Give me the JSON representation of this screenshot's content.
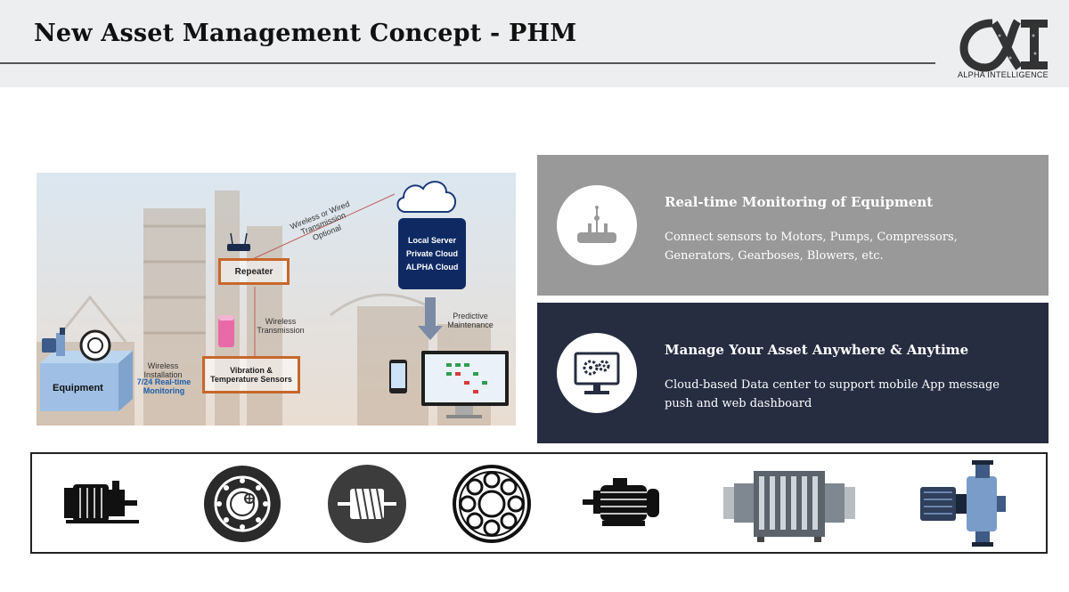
{
  "header": {
    "title": "New Asset Management Concept - PHM",
    "logo_text": "ALPHA INTELLIGENCE"
  },
  "diagram": {
    "repeater_label": "Repeater",
    "sensors_label": "Vibration & Temperature Sensors",
    "equipment_label": "Equipment",
    "transmission_top": "Wireless or Wired Transmission Optional",
    "wireless_transmission": "Wireless Transmission",
    "wireless_installation": "Wireless Installation",
    "realtime_monitoring": "7/24 Real-time Monitoring",
    "predictive_maintenance": "Predictive Maintenance",
    "cloud_items": [
      "Local Server",
      "Private Cloud",
      "ALPHA Cloud"
    ]
  },
  "panels": [
    {
      "title": "Real-time Monitoring of Equipment",
      "description": "Connect sensors to Motors, Pumps, Compressors, Generators, Gearboses, Blowers, etc.",
      "icon": "wireless-router-icon"
    },
    {
      "title": "Manage Your Asset Anywhere & Anytime",
      "description": "Cloud-based Data center to support mobile App message push and web dashboard",
      "icon": "monitor-gears-icon"
    }
  ],
  "equipment_icons": [
    "generator-icon",
    "bearing-icon",
    "motor-rotor-icon",
    "ball-bearing-icon",
    "electric-motor-icon",
    "blower-icon",
    "pump-icon"
  ],
  "colors": {
    "header_bg": "#eceef0",
    "panel_gray": "#999999",
    "panel_navy": "#262d41",
    "accent_orange": "#c8672a",
    "cloud_blue": "#0f2a63"
  }
}
